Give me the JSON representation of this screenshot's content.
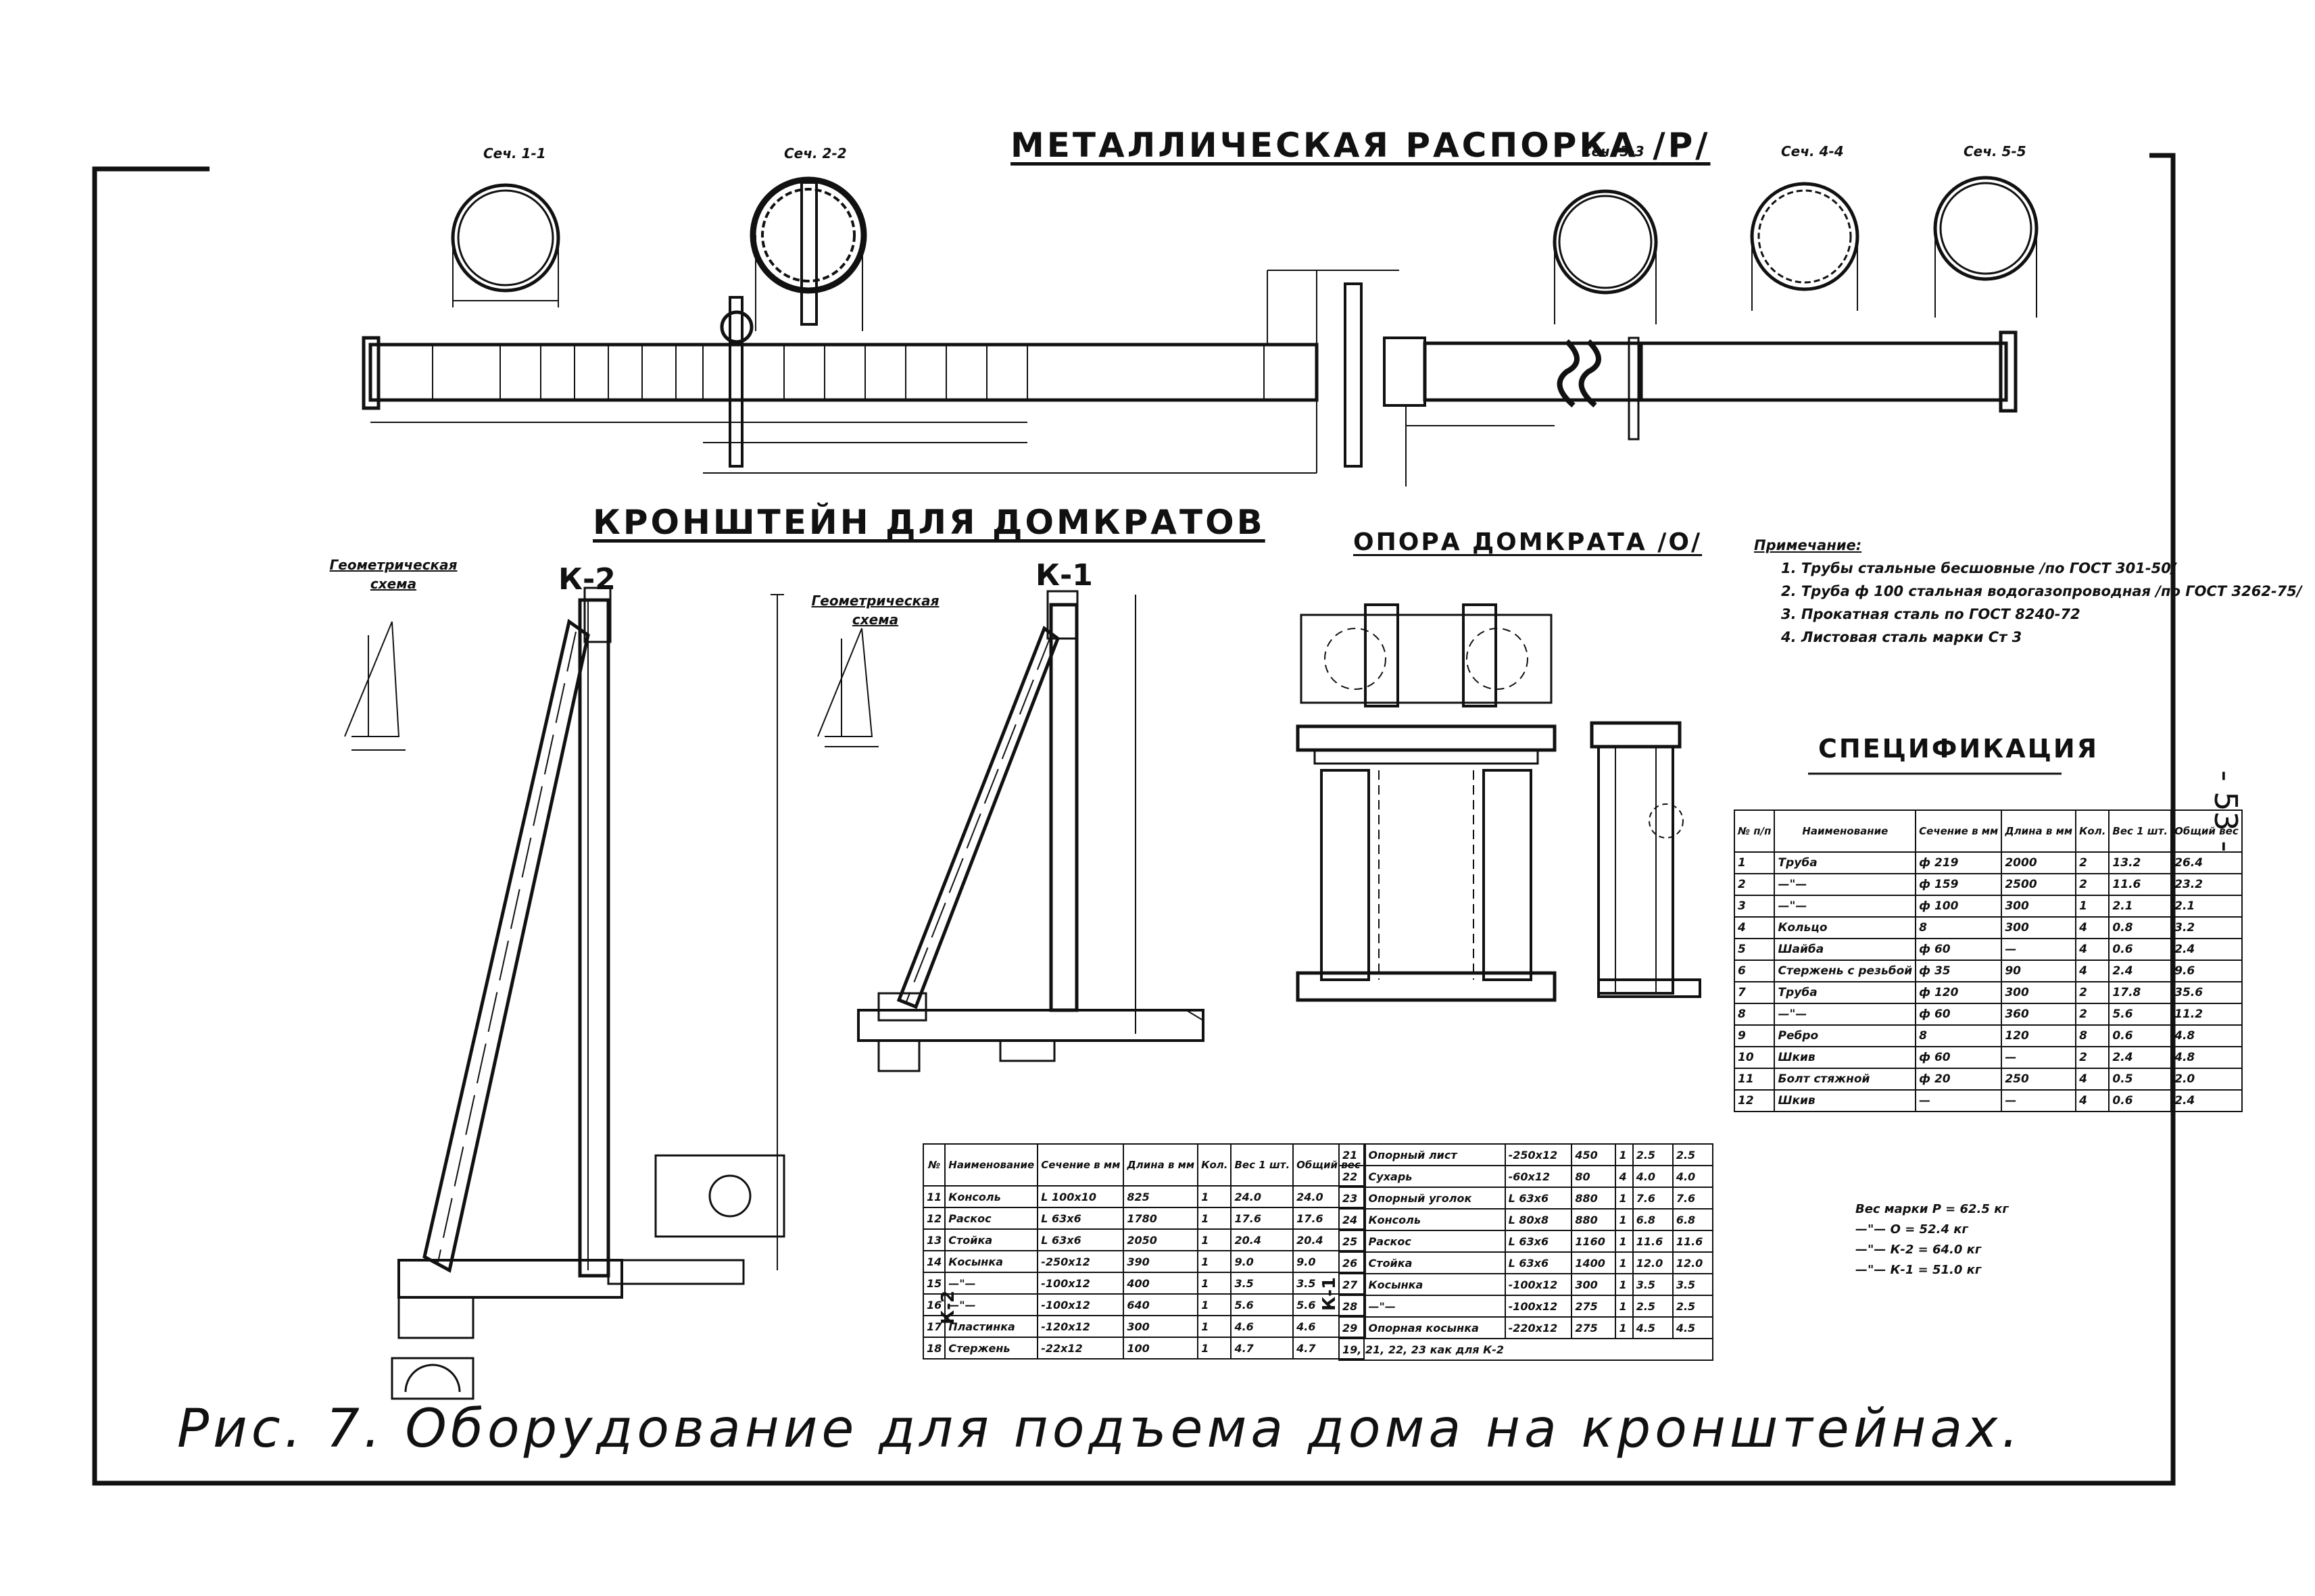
{
  "titles": {
    "strut": "МЕТАЛЛИЧЕСКАЯ РАСПОРКА /Р/",
    "bracket": "КРОНШТЕЙН ДЛЯ ДОМКРАТОВ",
    "jack_support": "ОПОРА ДОМКРАТА /О/",
    "specification": "СПЕЦИФИКАЦИЯ"
  },
  "marks": {
    "k2": "К-2",
    "k1": "К-1"
  },
  "geom_schemes": {
    "k2": "Геометрическая схема",
    "k1": "Геометрическая схема"
  },
  "caption": "Рис. 7. Оборудование для подъема дома на кронштейнах.",
  "page_number": "- 53 -",
  "sections": [
    "Сеч. 1-1",
    "Сеч. 2-2",
    "Сеч. 3-3",
    "Сеч. 4-4",
    "Сеч. 5-5"
  ],
  "notes": [
    "Примечание:",
    "1. Трубы стальные бесшовные /по ГОСТ 301-50/",
    "2. Труба ф 100 стальная водогазопроводная /по ГОСТ 3262-75/",
    "3. Прокатная сталь по ГОСТ 8240-72",
    "4. Листовая сталь марки Ст 3"
  ],
  "spec_table": {
    "headers": [
      "№ п/п",
      "Наименование",
      "Сечение в мм",
      "Длина в мм",
      "Кол.",
      "Вес 1 шт.",
      "Общий вес"
    ],
    "rows": [
      [
        "1",
        "Труба",
        "ф 219",
        "2000",
        "2",
        "13.2",
        "26.4"
      ],
      [
        "2",
        "—\"—",
        "ф 159",
        "2500",
        "2",
        "11.6",
        "23.2"
      ],
      [
        "3",
        "—\"—",
        "ф 100",
        "300",
        "1",
        "2.1",
        "2.1"
      ],
      [
        "4",
        "Кольцо",
        "8",
        "300",
        "4",
        "0.8",
        "3.2"
      ],
      [
        "5",
        "Шайба",
        "ф 60",
        "—",
        "4",
        "0.6",
        "2.4"
      ],
      [
        "6",
        "Стержень с резьбой",
        "ф 35",
        "90",
        "4",
        "2.4",
        "9.6"
      ],
      [
        "7",
        "Труба",
        "ф 120",
        "300",
        "2",
        "17.8",
        "35.6"
      ],
      [
        "8",
        "—\"—",
        "ф 60",
        "360",
        "2",
        "5.6",
        "11.2"
      ],
      [
        "9",
        "Ребро",
        "8",
        "120",
        "8",
        "0.6",
        "4.8"
      ],
      [
        "10",
        "Шкив",
        "ф 60",
        "—",
        "2",
        "2.4",
        "4.8"
      ],
      [
        "11",
        "Болт стяжной",
        "ф 20",
        "250",
        "4",
        "0.5",
        "2.0"
      ],
      [
        "12",
        "Шкив",
        "—",
        "—",
        "4",
        "0.6",
        "2.4"
      ]
    ]
  },
  "spec_totals": [
    "Вес марки Р = 62.5 кг",
    "—\"— О = 52.4 кг",
    "—\"— К-2 = 64.0 кг",
    "—\"— К-1 = 51.0 кг"
  ],
  "bottom_table": {
    "left_headers": [
      "№",
      "Наименование",
      "Сечение в мм",
      "Длина в мм",
      "Кол.",
      "Вес 1 шт.",
      "Общий вес"
    ],
    "left_group_label": "К-2",
    "left_rows": [
      [
        "11",
        "Консоль",
        "L 100х10",
        "825",
        "1",
        "24.0",
        "24.0"
      ],
      [
        "12",
        "Раскос",
        "L 63х6",
        "1780",
        "1",
        "17.6",
        "17.6"
      ],
      [
        "13",
        "Стойка",
        "L 63х6",
        "2050",
        "1",
        "20.4",
        "20.4"
      ],
      [
        "14",
        "Косынка",
        "-250х12",
        "390",
        "1",
        "9.0",
        "9.0"
      ],
      [
        "15",
        "—\"—",
        "-100х12",
        "400",
        "1",
        "3.5",
        "3.5"
      ],
      [
        "16",
        "—\"—",
        "-100х12",
        "640",
        "1",
        "5.6",
        "5.6"
      ],
      [
        "17",
        "Пластинка",
        "-120х12",
        "300",
        "1",
        "4.6",
        "4.6"
      ],
      [
        "18",
        "Стержень",
        "-22х12",
        "100",
        "1",
        "4.7",
        "4.7"
      ]
    ],
    "right_group_label": "К-1",
    "right_rows": [
      [
        "21",
        "Опорный лист",
        "-250х12",
        "450",
        "1",
        "2.5",
        "2.5"
      ],
      [
        "22",
        "Сухарь",
        "-60х12",
        "80",
        "4",
        "4.0",
        "4.0"
      ],
      [
        "23",
        "Опорный уголок",
        "L 63х6",
        "880",
        "1",
        "7.6",
        "7.6"
      ],
      [
        "24",
        "Консоль",
        "L 80х8",
        "880",
        "1",
        "6.8",
        "6.8"
      ],
      [
        "25",
        "Раскос",
        "L 63х6",
        "1160",
        "1",
        "11.6",
        "11.6"
      ],
      [
        "26",
        "Стойка",
        "L 63х6",
        "1400",
        "1",
        "12.0",
        "12.0"
      ],
      [
        "27",
        "Косынка",
        "-100х12",
        "300",
        "1",
        "3.5",
        "3.5"
      ],
      [
        "28",
        "—\"—",
        "-100х12",
        "275",
        "1",
        "2.5",
        "2.5"
      ],
      [
        "29",
        "Опорная косынка",
        "-220х12",
        "275",
        "1",
        "4.5",
        "4.5"
      ]
    ],
    "right_footer": "19, 21, 22, 23 как для К-2"
  }
}
